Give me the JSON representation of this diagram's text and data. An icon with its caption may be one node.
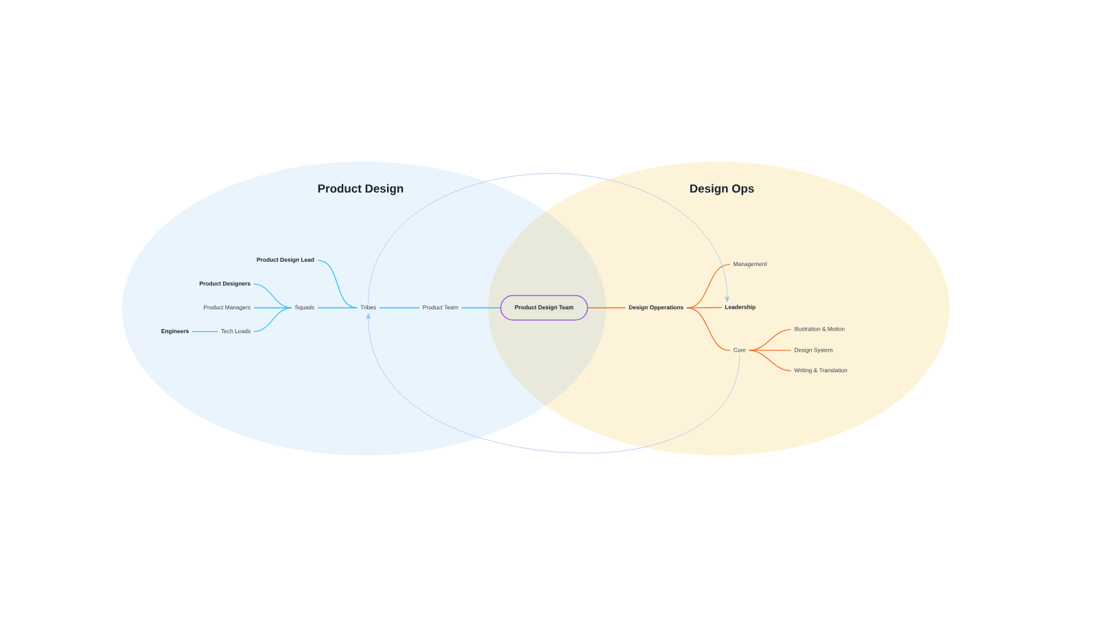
{
  "diagram": {
    "nodes": [
      {
        "text": [
          "Product Design"
        ]
      },
      {
        "text": [
          "Design Ops"
        ]
      },
      {
        "text": [
          "Product Design Lead"
        ],
        "in": 0
      },
      {
        "text": [
          "Product Designers"
        ],
        "in": 0
      },
      {
        "text": [
          "Product Managers"
        ],
        "in": 0
      },
      {
        "text": [
          "Engineers"
        ],
        "in": 0
      },
      {
        "text": [
          "Tech Leads"
        ],
        "in": 0
      },
      {
        "text": [
          "Squads"
        ],
        "in": 0
      },
      {
        "text": [
          "Tribes"
        ],
        "in": 0
      },
      {
        "text": [
          "Product Team"
        ],
        "in": 0
      },
      {
        "text": [
          "Product Design Team"
        ]
      },
      {
        "text": [
          "Design Opperations"
        ],
        "in": 1
      },
      {
        "text": [
          "Management"
        ],
        "in": 1
      },
      {
        "text": [
          "Leadership"
        ],
        "in": 1
      },
      {
        "text": [
          "Core"
        ],
        "in": 1
      },
      {
        "text": [
          "Illustration & Motion"
        ],
        "in": 1
      },
      {
        "text": [
          "Design System"
        ],
        "in": 1
      },
      {
        "text": [
          "Writing & Translation"
        ],
        "in": 1
      }
    ],
    "edges": [
      {
        "from": 8,
        "to": 2,
        "arrow": "none"
      },
      {
        "from": 7,
        "to": 3,
        "arrow": "none"
      },
      {
        "from": 7,
        "to": 4,
        "arrow": "none"
      },
      {
        "from": 7,
        "to": 6,
        "arrow": "none"
      },
      {
        "from": 6,
        "to": 5,
        "arrow": "none"
      },
      {
        "from": 8,
        "to": 7,
        "arrow": "none"
      },
      {
        "from": 9,
        "to": 8,
        "arrow": "none"
      },
      {
        "from": 10,
        "to": 9,
        "arrow": "none"
      },
      {
        "from": 10,
        "to": 11,
        "arrow": "none",
        "color": "#ee6f35"
      },
      {
        "from": 11,
        "to": 12,
        "arrow": "none",
        "color": "#ee6f35"
      },
      {
        "from": 11,
        "to": 13,
        "arrow": "none",
        "color": "#ee6f35"
      },
      {
        "from": 11,
        "to": 14,
        "arrow": "none",
        "color": "#ee6f35"
      },
      {
        "from": 14,
        "to": 15,
        "arrow": "none",
        "color": "#ee6f35"
      },
      {
        "from": 14,
        "to": 16,
        "arrow": "none",
        "color": "#ee6f35"
      },
      {
        "from": 14,
        "to": 17,
        "arrow": "none",
        "color": "#ee6f35"
      },
      {
        "from": 8,
        "to": 13,
        "arrow": "to",
        "color": "#a9c3f4"
      },
      {
        "from": 14,
        "to": 8,
        "arrow": "to",
        "color": "#a9c3f4"
      }
    ]
  }
}
